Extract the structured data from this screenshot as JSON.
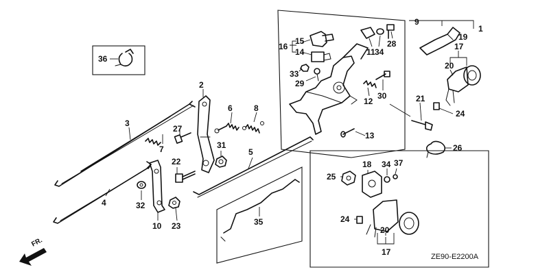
{
  "diagram": {
    "code": "ZE90-E2200A",
    "direction_label": "FR.",
    "callouts": {
      "c1": "1",
      "c2": "2",
      "c3": "3",
      "c4": "4",
      "c5": "5",
      "c6": "6",
      "c7": "7",
      "c8": "8",
      "c9": "9",
      "c10": "10",
      "c11": "11",
      "c12": "12",
      "c13": "13",
      "c14": "14",
      "c15": "15",
      "c16": "16",
      "c17a": "17",
      "c17b": "17",
      "c18": "18",
      "c19": "19",
      "c20a": "20",
      "c20b": "20",
      "c21": "21",
      "c22": "22",
      "c23": "23",
      "c24a": "24",
      "c24b": "24",
      "c25": "25",
      "c26": "26",
      "c27": "27",
      "c28": "28",
      "c29": "29",
      "c30": "30",
      "c31": "31",
      "c32": "32",
      "c33": "33",
      "c34a": "34",
      "c34b": "34",
      "c35": "35",
      "c36": "36",
      "c37": "37"
    }
  }
}
